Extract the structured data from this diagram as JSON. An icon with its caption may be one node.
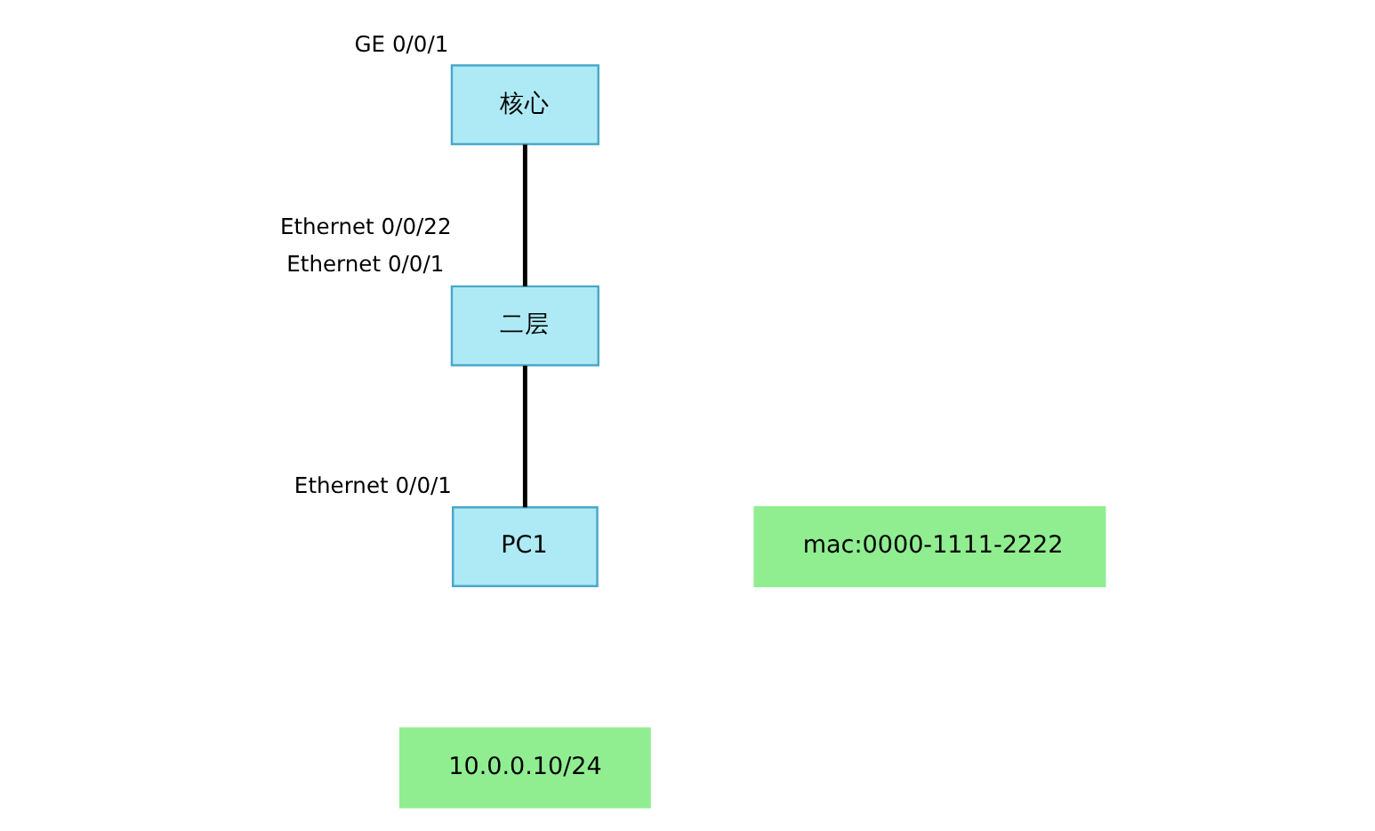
{
  "diagram": {
    "nodes": [
      {
        "text": [
          "核心"
        ],
        "beside": [
          "GE 0/0/1"
        ]
      },
      {
        "text": [
          "二层"
        ],
        "beside": [
          "Ethernet 0/0/22",
          "Ethernet 0/0/1"
        ]
      },
      {
        "text": [
          "PC1"
        ],
        "beside": [
          "Ethernet 0/0/1"
        ]
      },
      {
        "text": [
          "mac:0000-1111-2222"
        ]
      },
      {
        "text": [
          "10.0.0.10/24"
        ]
      }
    ],
    "edges": [
      {
        "from": 0,
        "to": 1,
        "arrow": "none"
      },
      {
        "from": 1,
        "to": 2,
        "arrow": "none"
      }
    ]
  }
}
